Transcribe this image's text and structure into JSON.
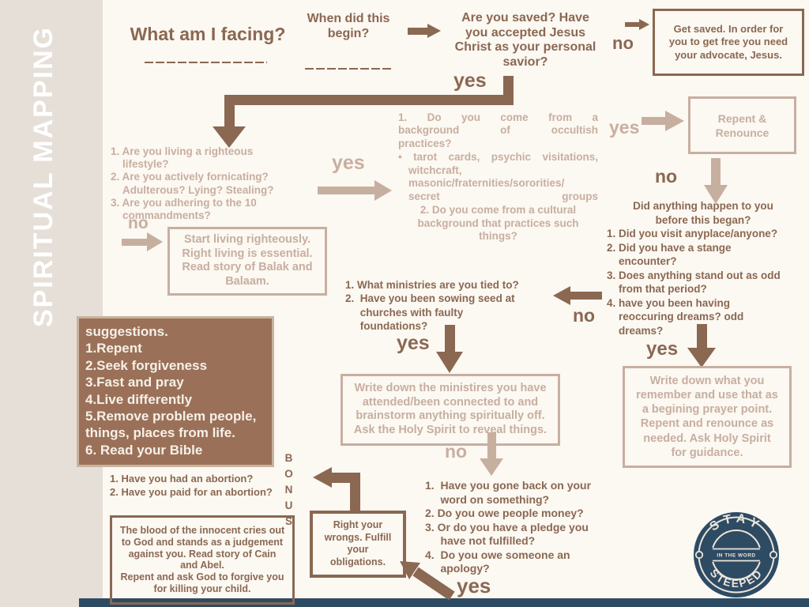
{
  "colors": {
    "dark_brown": "#8a6852",
    "light_tan": "#c7afa0",
    "suggestions_bg": "#9a7158",
    "navy": "#2e4b64",
    "sidebar_bg": "#e6dfd8",
    "page_bg": "#fcf8f2"
  },
  "sidebar": {
    "title": "SPIRITUAL MAPPING"
  },
  "top": {
    "what_facing": "What am I facing?",
    "when_begin": "When did this\nbegin?",
    "saved_question": "Are you saved? Have\nyou accepted Jesus\nChrist as your personal\nsavior?",
    "no": "no",
    "yes": "yes",
    "get_saved_box": "Get saved. In order for\nyou to get free you need\nyour advocate, Jesus."
  },
  "righteous": {
    "list": "1. Are you living a righteous\n    lifestyle?\n2. Are you actively fornicating?\n    Adulterous? Lying? Stealing?\n3. Are you adhering to the 10\n    commandments?",
    "no": "no",
    "box": "Start living righteously.\nRight living is essential.\nRead story of Balak and\nBalaam."
  },
  "occult": {
    "yes": "yes",
    "item1": "1. Do you come from a\nbackground of occultish\npractices?",
    "bullet": "•  tarot cards, psychic visitations,\nwitchcraft,\nmasonic/fraternities/sororities/\nsecret groups",
    "item2": "2. Do you come from a cultural\nbackground that practices such\nthings?"
  },
  "repent": {
    "yes": "yes",
    "box": "Repent &\nRenounce",
    "no": "no"
  },
  "history": {
    "heading": "Did anything happen to you\nbefore this began?",
    "list": "1. Did you visit anyplace/anyone?\n2. Did you have a stange\n    encounter?\n3. Does anything stand out as odd\n    from that period?\n4. have you been having\n    reoccuring dreams? odd\n    dreams?",
    "yes": "yes",
    "box": "Write down what you\nremember and use that as\na begining prayer point.\nRepent and renounce as\nneeded. Ask Holy Spirit\nfor guidance."
  },
  "ministries": {
    "no": "no",
    "list": "1. What ministries are you tied to?\n2.  Have you been sowing seed at\n     churches with faulty\n     foundations?",
    "yes": "yes",
    "box": "Write down the ministires you have\nattended/been connected to and\nbrainstorm anything spiritually off.\nAsk the Holy Spirit to reveal things.",
    "no2": "no"
  },
  "obligations": {
    "list": "1.  Have you gone back on your\n     word on something?\n2. Do you owe people money?\n3. Or do you have a pledge you\n     have not fulfilled?\n4.  Do you owe someone an\n     apology?",
    "yes": "yes",
    "box": "Right your\nwrongs. Fulfill\nyour\nobligations."
  },
  "suggestions": {
    "text": "suggestions.\n1.Repent\n2.Seek forgiveness\n3.Fast and pray\n4.Live differently\n5.Remove problem people,\nthings, places from life.\n6. Read your Bible"
  },
  "bonus": {
    "label": "BONUS"
  },
  "abortion": {
    "list": "1. Have you had an abortion?\n2. Have you paid for an abortion?",
    "box": "The blood of the innocent cries out\nto God and stands as a judgement\nagainst you. Read story of Cain\nand Abel.\nRepent and ask God to forgive you\nfor  killing your child."
  },
  "logo": {
    "top": "STAY",
    "bottom": "STEEPED",
    "center": "IN THE WORD"
  }
}
